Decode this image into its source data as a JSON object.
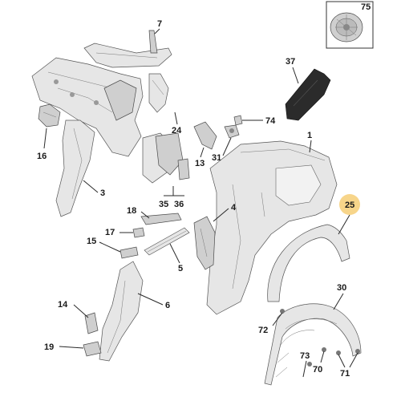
{
  "diagram": {
    "highlight_color": "#f7d58a",
    "callouts": {
      "c1": "1",
      "c3": "3",
      "c4": "4",
      "c5": "5",
      "c6": "6",
      "c7": "7",
      "c13": "13",
      "c14": "14",
      "c15": "15",
      "c16": "16",
      "c17": "17",
      "c18": "18",
      "c19": "19",
      "c24": "24",
      "c25": "25",
      "c30": "30",
      "c31": "31",
      "c35": "35",
      "c36": "36",
      "c37": "37",
      "c70": "70",
      "c71": "71",
      "c72": "72",
      "c73": "73",
      "c74": "74",
      "c75": "75"
    }
  }
}
